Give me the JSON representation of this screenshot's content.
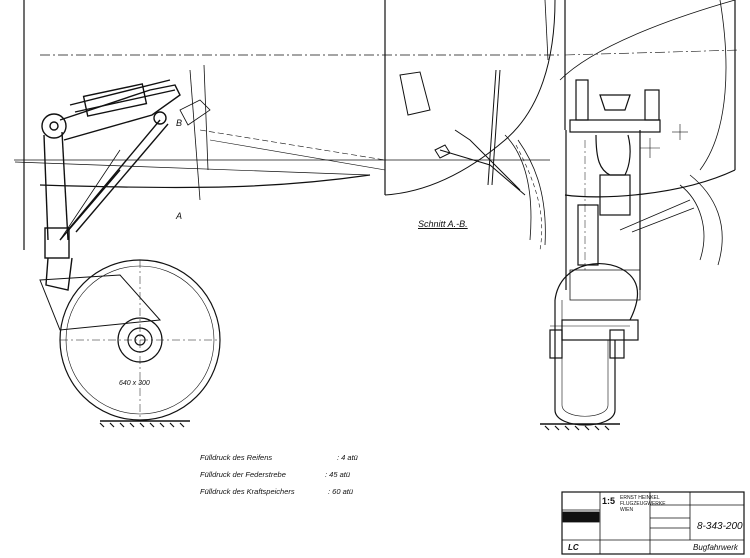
{
  "drawing": {
    "section_label": "Schnitt A.-B.",
    "marker_a": "A",
    "marker_b": "B",
    "tire_size": "640 x 300",
    "notes": [
      {
        "label": "Fülldruck des Reifens",
        "value": ": 4 atü"
      },
      {
        "label": "Fülldruck der Federstrebe",
        "value": ": 45 atü"
      },
      {
        "label": "Fülldruck des Kraftspeichers",
        "value": ": 60 atü"
      }
    ]
  },
  "title_block": {
    "scale": "1:5",
    "drawing_number": "8-343-200",
    "drawing_title": "Bugfahrwerk",
    "code": "LC",
    "company_line1": "ERNST HEINKEL",
    "company_line2": "FLUGZEUGWERKE",
    "company_line3": "WIEN"
  },
  "colors": {
    "ink": "#111111",
    "paper": "#ffffff"
  }
}
